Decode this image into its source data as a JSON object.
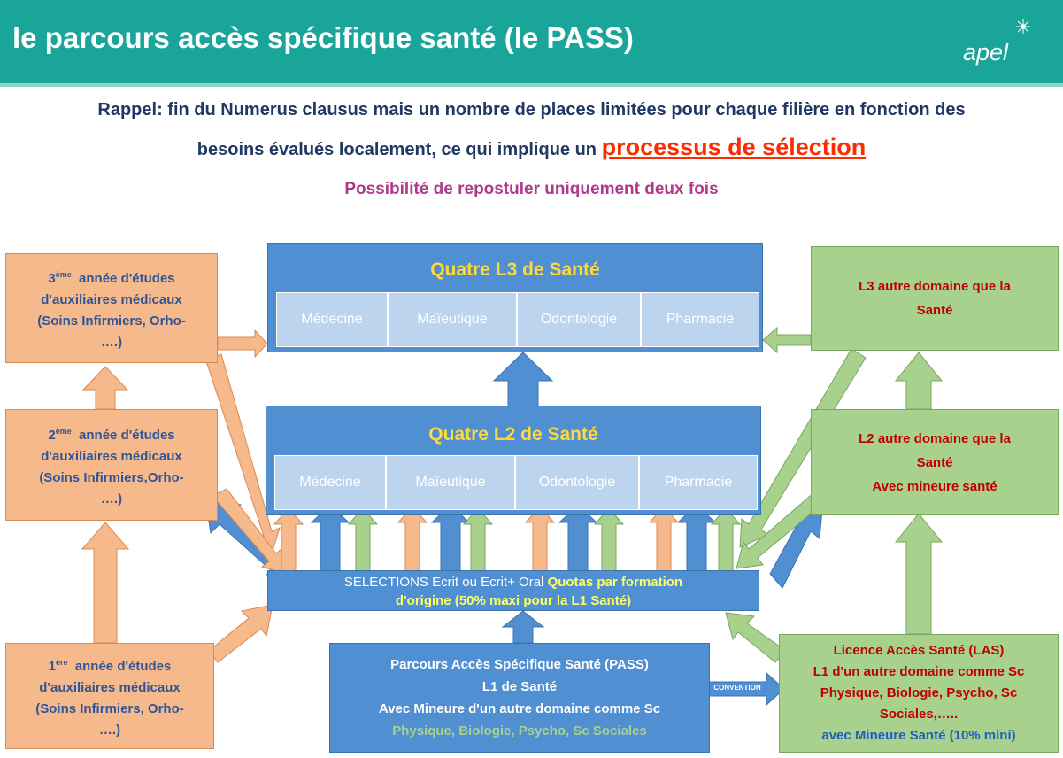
{
  "header": {
    "title": "le parcours accès spécifique santé (le PASS)",
    "logo": "apel"
  },
  "intro": {
    "line1": "Rappel: fin du Numerus clausus mais un nombre de places limitées pour chaque filière en fonction des",
    "line2": "besoins évalués localement, ce qui implique un",
    "line2_highlight": "processus de sélection",
    "line3": "Possibilité de repostuler uniquement deux fois"
  },
  "l3_sante": {
    "title": "Quatre  L3 de Santé",
    "cells": [
      "Médecine",
      "Maïeutique",
      "Odontologie",
      "Pharmacie"
    ]
  },
  "l2_sante": {
    "title": "Quatre  L2 de Santé",
    "cells": [
      "Médecine",
      "Maïeutique",
      "Odontologie",
      "Pharmacie"
    ]
  },
  "auxiliaires": {
    "third": {
      "ordinal": "3",
      "suffix": "ème",
      "line1": "année d'études",
      "line2": "d'auxiliaires médicaux",
      "line3": "(Soins Infirmiers, Orho-",
      "line4": "….)"
    },
    "second": {
      "ordinal": "2",
      "suffix": "ème",
      "line1": "année d'études",
      "line2": "d'auxiliaires médicaux",
      "line3": "(Soins Infirmiers,Orho-",
      "line4": "….)"
    },
    "first": {
      "ordinal": "1",
      "suffix": "ère",
      "line1": "année d'études",
      "line2": "d'auxiliaires médicaux",
      "line3": "(Soins Infirmiers, Orho-",
      "line4": "….)"
    }
  },
  "autre_domaine": {
    "l3": {
      "line1": "L3 autre domaine que la",
      "line2": "Santé"
    },
    "l2": {
      "line1": "L2 autre domaine que la",
      "line2": "Santé",
      "line3": "Avec mineure santé"
    }
  },
  "selections": {
    "text": "SELECTIONS Ecrit  ou Ecrit+ Oral",
    "quota1": "Quotas par formation",
    "quota2": "d'origine (50% maxi pour la L1 Santé)"
  },
  "pass": {
    "line1": "Parcours Accès Spécifique Santé (PASS)",
    "line2": "L1 de Santé",
    "line3": "Avec Mineure d'un autre domaine comme Sc",
    "line4": "Physique, Biologie, Psycho, Sc Sociales"
  },
  "convention": "CONVENTION",
  "las": {
    "line1": "Licence  Accès Santé (LAS)",
    "line2": "L1 d'un autre domaine comme Sc",
    "line3": "Physique, Biologie, Psycho, Sc",
    "line4": "Sociales,…..",
    "line5": "avec Mineure Santé (10% mini)"
  },
  "colors": {
    "header": "#1aa59a",
    "blue_box": "#4f8fd2",
    "orange_box": "#f6b98b",
    "green_box": "#a9d18e",
    "title_yellow": "#ffd83a",
    "navy_text": "#1f3864",
    "red_text": "#c00000",
    "highlight_red": "#ff2a00",
    "magenta_text": "#b0398a"
  }
}
